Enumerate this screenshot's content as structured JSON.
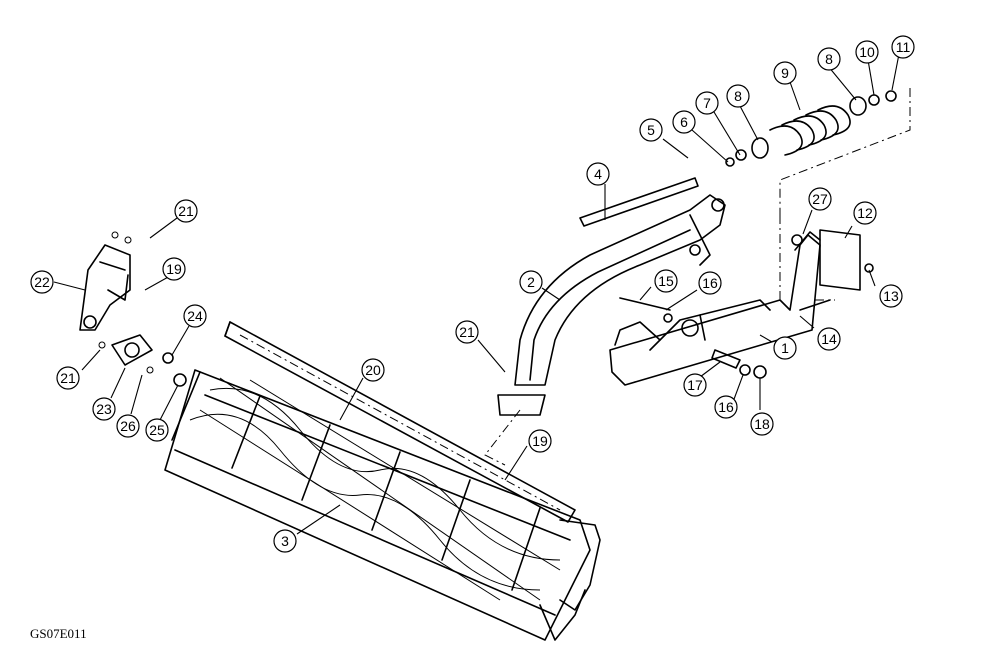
{
  "diagram": {
    "drawing_code": "GS07E011",
    "callouts": [
      {
        "id": "c1",
        "label": "1"
      },
      {
        "id": "c2",
        "label": "2"
      },
      {
        "id": "c3",
        "label": "3"
      },
      {
        "id": "c4",
        "label": "4"
      },
      {
        "id": "c5",
        "label": "5"
      },
      {
        "id": "c6",
        "label": "6"
      },
      {
        "id": "c7",
        "label": "7"
      },
      {
        "id": "c8a",
        "label": "8"
      },
      {
        "id": "c8b",
        "label": "8"
      },
      {
        "id": "c9",
        "label": "9"
      },
      {
        "id": "c10",
        "label": "10"
      },
      {
        "id": "c11",
        "label": "11"
      },
      {
        "id": "c12",
        "label": "12"
      },
      {
        "id": "c13",
        "label": "13"
      },
      {
        "id": "c14",
        "label": "14"
      },
      {
        "id": "c15",
        "label": "15"
      },
      {
        "id": "c16a",
        "label": "16"
      },
      {
        "id": "c16b",
        "label": "16"
      },
      {
        "id": "c17",
        "label": "17"
      },
      {
        "id": "c18",
        "label": "18"
      },
      {
        "id": "c19a",
        "label": "19"
      },
      {
        "id": "c19b",
        "label": "19"
      },
      {
        "id": "c20",
        "label": "20"
      },
      {
        "id": "c21a",
        "label": "21"
      },
      {
        "id": "c21b",
        "label": "21"
      },
      {
        "id": "c21c",
        "label": "21"
      },
      {
        "id": "c22",
        "label": "22"
      },
      {
        "id": "c23",
        "label": "23"
      },
      {
        "id": "c24",
        "label": "24"
      },
      {
        "id": "c25",
        "label": "25"
      },
      {
        "id": "c26",
        "label": "26"
      },
      {
        "id": "c27",
        "label": "27"
      }
    ]
  }
}
